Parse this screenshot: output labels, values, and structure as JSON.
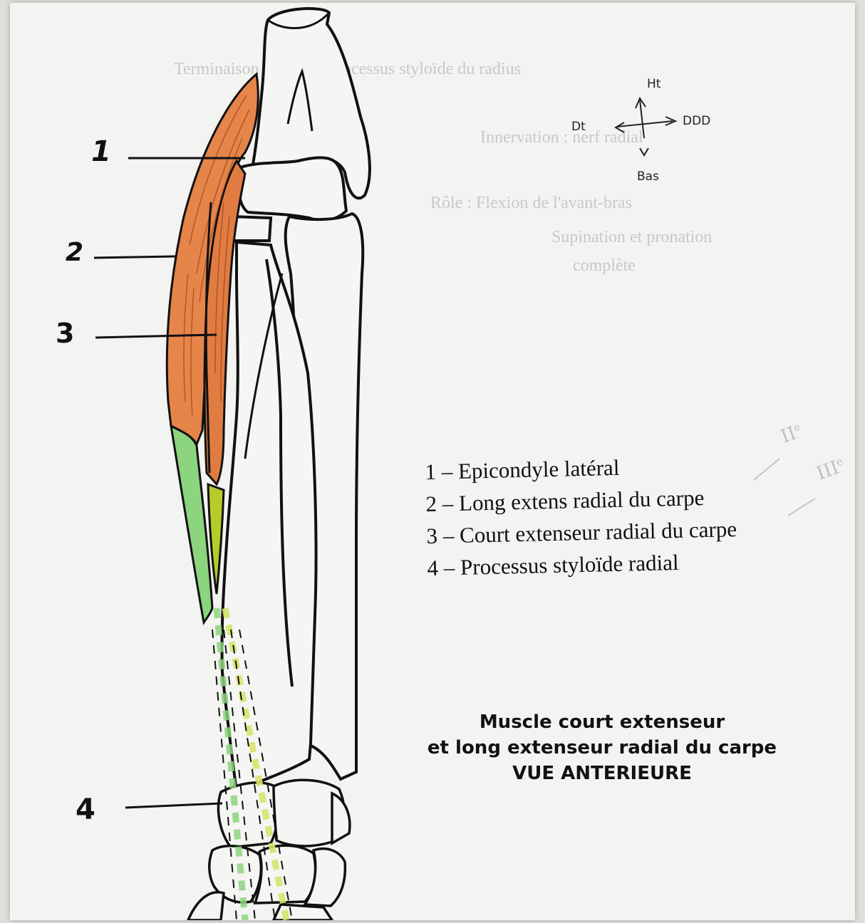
{
  "labels": {
    "n1": "1",
    "n2": "2",
    "n3": "3",
    "n4": "4"
  },
  "legend": [
    "1 – Epicondyle latéral",
    "2 – Long extens radial du carpe",
    "3 – Court extenseur radial du carpe",
    "4 – Processus styloïde radial"
  ],
  "title": {
    "line1": "Muscle court extenseur",
    "line2": "et long extenseur radial du carpe",
    "line3": "VUE ANTERIEURE"
  },
  "orientation": {
    "up": "Ht",
    "left": "Dt",
    "right": "DDD",
    "down": "Bas"
  },
  "margin_notes": {
    "note1": "II",
    "note1_sup": "e",
    "note2": "III",
    "note2_sup": "e"
  },
  "colors": {
    "muscle_long": "#e5854a",
    "muscle_short": "#e07c42",
    "tendon_green": "#8cd47e",
    "tendon_lime": "#b5cc2a",
    "ink": "#111111",
    "paper": "#f3f3f1"
  },
  "icons": {
    "orientation": "compass-arrows-icon"
  }
}
